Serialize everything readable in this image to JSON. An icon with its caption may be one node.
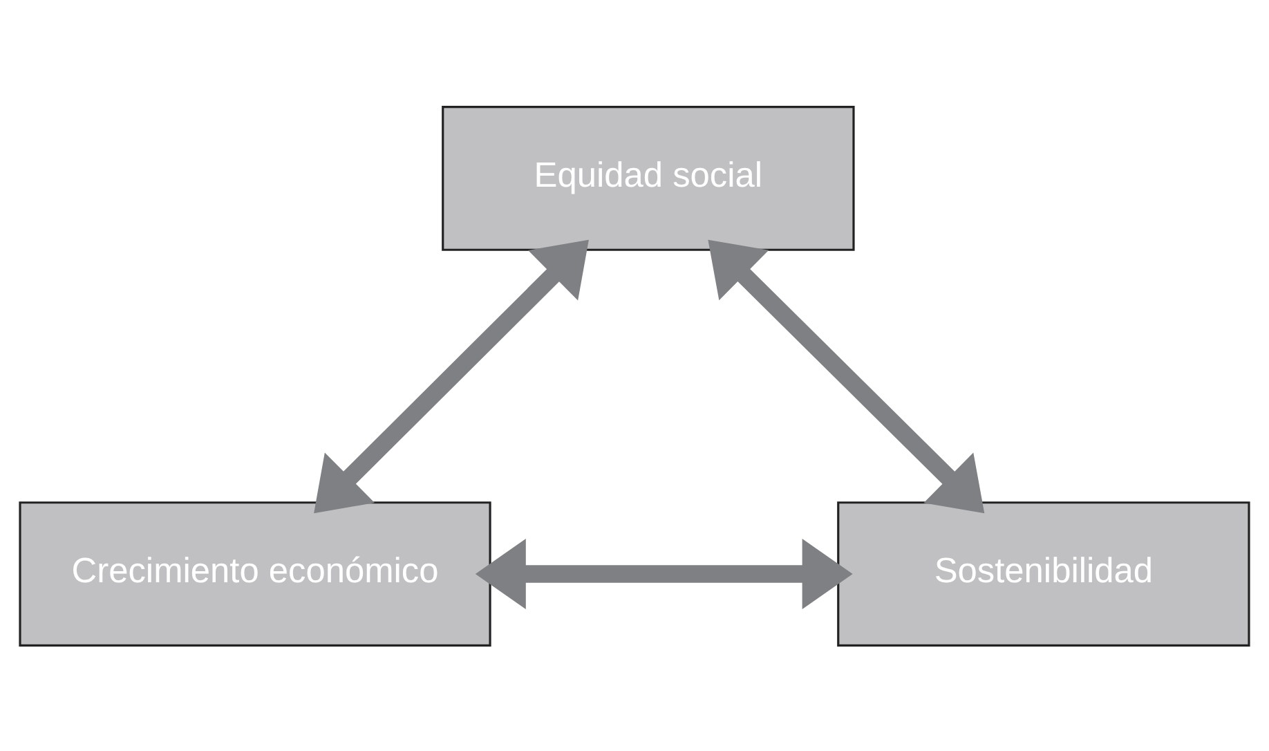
{
  "diagram": {
    "nodes": [
      {
        "text": [
          "Equidad social"
        ]
      },
      {
        "text": [
          "Crecimiento económico"
        ]
      },
      {
        "text": [
          "Sostenibilidad"
        ]
      }
    ],
    "edges": [
      {
        "from": 0,
        "to": 1,
        "arrow": "both"
      },
      {
        "from": 0,
        "to": 2,
        "arrow": "both"
      },
      {
        "from": 1,
        "to": 2,
        "arrow": "both"
      }
    ]
  }
}
